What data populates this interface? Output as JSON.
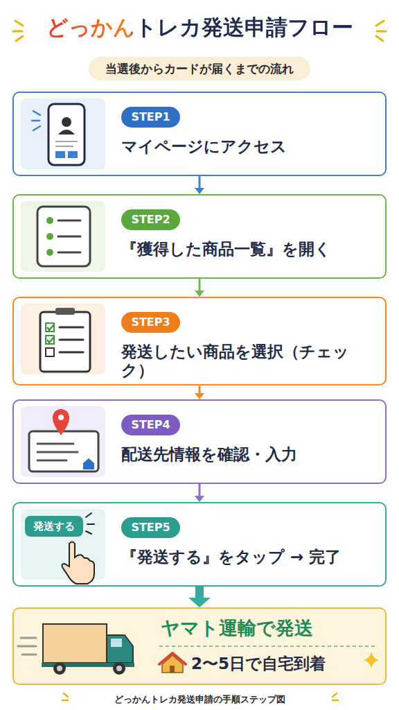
{
  "diagram": {
    "title": "どっかんトレカ発送申請フロー",
    "caption": "どっかんトレカ発送申請の手順ステップ図",
    "nodes": [
      {
        "text": [
          "当選後からカードが届くまでの流れ"
        ]
      },
      {
        "text": [
          "マイページにアクセス"
        ]
      },
      {
        "text": [
          "STEP1"
        ],
        "in": 1
      },
      {
        "text": [
          "『獲得した商品一覧』を開く"
        ]
      },
      {
        "text": [
          "STEP2"
        ],
        "in": 3
      },
      {
        "text": [
          "発送したい商品を選択（チェック）"
        ]
      },
      {
        "text": [
          "STEP3"
        ],
        "in": 5
      },
      {
        "text": [
          "配送先情報を確認・入力"
        ]
      },
      {
        "text": [
          "STEP4"
        ],
        "in": 7
      },
      {
        "text": [
          "『発送する』をタップ → 完了"
        ]
      },
      {
        "text": [
          "発送する"
        ],
        "in": 9
      },
      {
        "text": [
          "STEP5"
        ],
        "in": 9
      },
      {
        "text": [
          "ヤマト運輸で発送",
          "2〜5日で自宅到着"
        ]
      }
    ],
    "edges": [
      {
        "from": 1,
        "to": 3,
        "arrow": "to"
      },
      {
        "from": 3,
        "to": 5,
        "arrow": "to"
      },
      {
        "from": 5,
        "to": 7,
        "arrow": "to"
      },
      {
        "from": 7,
        "to": 9,
        "arrow": "to"
      },
      {
        "from": 9,
        "to": 12,
        "arrow": "to"
      }
    ]
  }
}
